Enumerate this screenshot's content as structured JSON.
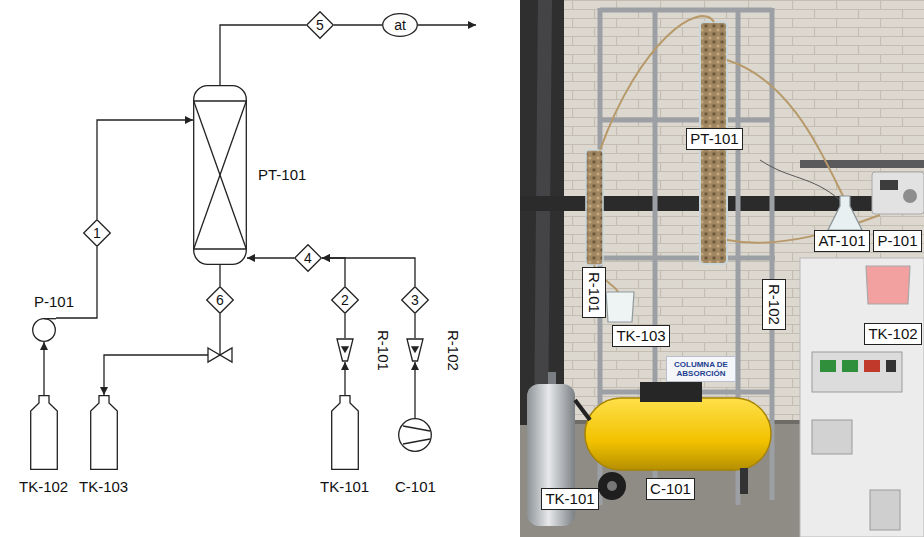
{
  "diagram": {
    "nodes": [
      {
        "text": [
          "5"
        ]
      },
      {
        "text": [
          "at"
        ]
      },
      {
        "text": [
          "PT-101"
        ]
      },
      {
        "text": [
          "P-101"
        ]
      },
      {
        "text": [
          "1"
        ]
      },
      {
        "text": [
          "4"
        ]
      },
      {
        "text": [
          "2"
        ]
      },
      {
        "text": [
          "3"
        ]
      },
      {
        "text": [
          "R-101"
        ]
      },
      {
        "text": [
          "R-102"
        ]
      },
      {
        "text": [
          "6"
        ]
      },
      {
        "text": [
          "TK-102"
        ]
      },
      {
        "text": [
          "TK-103"
        ]
      },
      {
        "text": [
          "TK-101"
        ]
      },
      {
        "text": [
          "C-101"
        ]
      },
      {
        "text": [
          "PT-101"
        ]
      },
      {
        "text": [
          "AT-101"
        ]
      },
      {
        "text": [
          "P-101"
        ]
      },
      {
        "text": [
          "R-101"
        ]
      },
      {
        "text": [
          "R-102"
        ]
      },
      {
        "text": [
          "TK-103"
        ]
      },
      {
        "text": [
          "TK-102"
        ]
      },
      {
        "text": [
          "TK-101"
        ]
      },
      {
        "text": [
          "C-101"
        ]
      }
    ],
    "edges": [
      {
        "from": 11,
        "to": 3,
        "arrow": "to"
      },
      {
        "from": 3,
        "to": 4,
        "arrow": "none"
      },
      {
        "from": 4,
        "to": 2,
        "arrow": "to"
      },
      {
        "from": 2,
        "to": 0,
        "arrow": "none"
      },
      {
        "from": 0,
        "to": 1,
        "arrow": "none"
      },
      {
        "from": 2,
        "to": 10,
        "arrow": "none"
      },
      {
        "from": 10,
        "to": 12,
        "arrow": "to"
      },
      {
        "from": 13,
        "to": 8,
        "arrow": "to"
      },
      {
        "from": 8,
        "to": 6,
        "arrow": "none"
      },
      {
        "from": 6,
        "to": 5,
        "arrow": "to"
      },
      {
        "from": 14,
        "to": 9,
        "arrow": "to"
      },
      {
        "from": 9,
        "to": 7,
        "arrow": "none"
      },
      {
        "from": 7,
        "to": 5,
        "arrow": "to"
      },
      {
        "from": 5,
        "to": 2,
        "arrow": "to"
      }
    ],
    "labels": [
      "COLUMNA DE ABSORCIÓN"
    ]
  }
}
